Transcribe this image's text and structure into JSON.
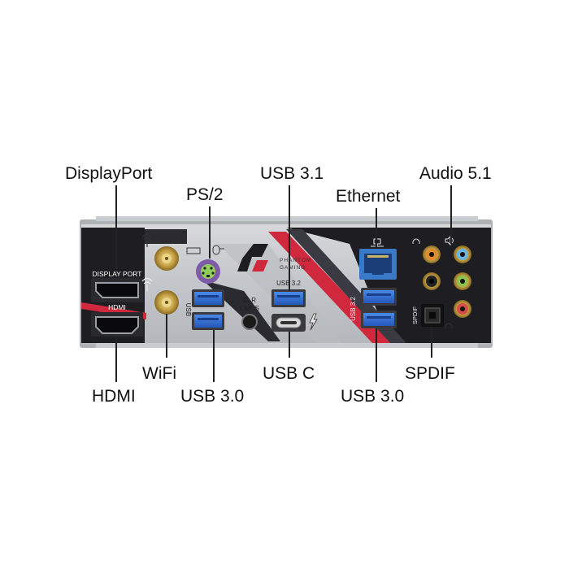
{
  "callouts": {
    "displayport": "DisplayPort",
    "ps2": "PS/2",
    "usb31": "USB 3.1",
    "ethernet": "Ethernet",
    "audio": "Audio 5.1",
    "hdmi": "HDMI",
    "wifi": "WiFi",
    "usb30_left": "USB 3.0",
    "usbc": "USB C",
    "usb30_right": "USB 3.0",
    "spdif": "SPDIF"
  },
  "panel_print": {
    "display_port": "DISPLAY PORT",
    "hdmi": "HDMI",
    "usb": "USB",
    "clr": "CLR",
    "cmos": "CMOS",
    "usb32_top": "USB 3.2",
    "usb32_side": "USB 3.2",
    "spdif": "SPDIF",
    "phantom": "PHANTOM",
    "gaming": "GAMING"
  },
  "colors": {
    "panel": "#cfd1d4",
    "panel_dark": "#1e1e22",
    "accent_red": "#d0283c",
    "usb_blue": "#2f6fd8",
    "ethernet_blue": "#3a78c8",
    "gold": "#c8a44a",
    "ps2_purple": "#7f5aa8",
    "audio_orange": "#e38a2a",
    "audio_blue": "#6ab4e0",
    "audio_green": "#8cc24a",
    "audio_red": "#d84a4a",
    "audio_black": "#222222"
  },
  "icons": [
    "antenna-icon",
    "keyboard-icon",
    "mouse-icon",
    "thunderbolt-icon",
    "network-icon",
    "headphone-icon",
    "speaker-icon",
    "phantom-gaming-logo-icon"
  ]
}
